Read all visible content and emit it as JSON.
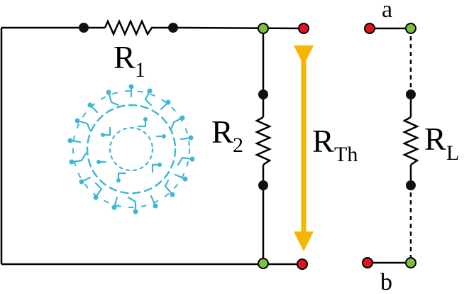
{
  "labels": {
    "r1": {
      "main": "R",
      "sub": "1"
    },
    "r2": {
      "main": "R",
      "sub": "2"
    },
    "rth": {
      "main": "R",
      "sub": "Th"
    },
    "rl": {
      "main": "R",
      "sub": "L"
    },
    "terminal_a": "a",
    "terminal_b": "b"
  },
  "colors": {
    "wire": "#000000",
    "node": "#111111",
    "terminal_inner": "#7ac143",
    "terminal_outer": "#e0141e",
    "arrow": "#f7b500",
    "logo": "#3bb8d4"
  },
  "icons": {
    "logo": "circuit-gear-logo"
  }
}
